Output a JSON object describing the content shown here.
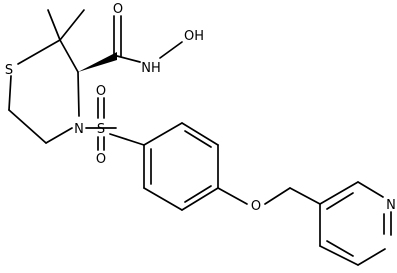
{
  "molecule": {
    "atoms": {
      "ring_sulfur": "S",
      "amide_oxygen": "O",
      "amide_nh": "NH",
      "hydroxyl": "OH",
      "ring_nitrogen": "N",
      "sulfonyl_sulfur": "S",
      "sulfonyl_oxygen_top": "O",
      "sulfonyl_oxygen_bottom": "O",
      "ether_oxygen": "O",
      "pyridine_nitrogen": "N"
    }
  }
}
